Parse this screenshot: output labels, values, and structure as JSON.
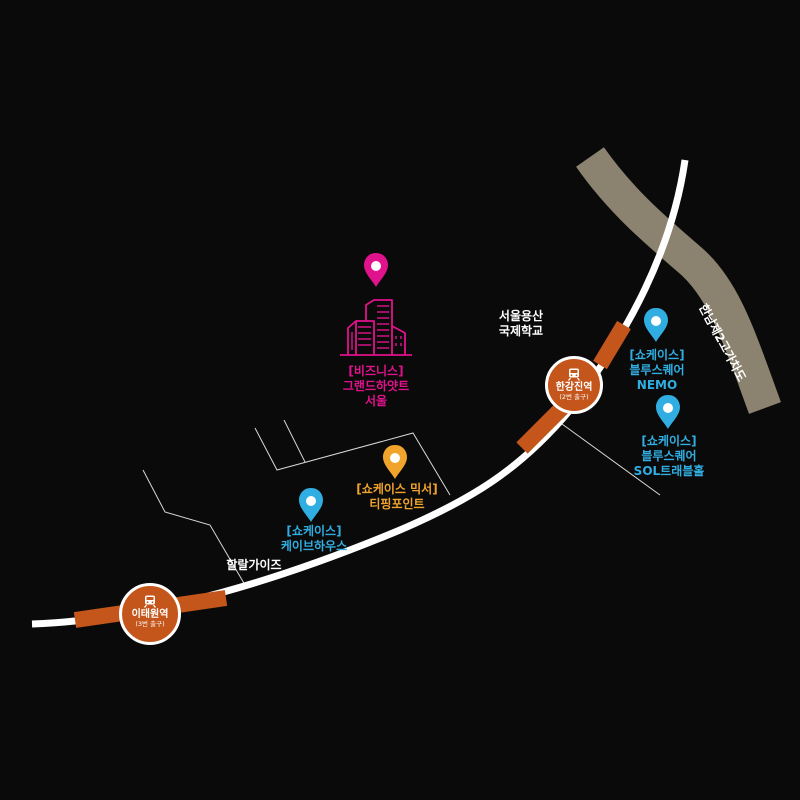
{
  "colors": {
    "background": "#0b0a0a",
    "subway_line": "#c4561b",
    "road": "#ffffff",
    "elevated_road": "#8b8370",
    "business": "#e0128c",
    "showcase": "#30aee2",
    "showcase_mixer": "#f1a42c"
  },
  "roads": {
    "elevated_road_label": "한남제2고가차도"
  },
  "stations": [
    {
      "name": "한강진역",
      "exit": "(2번 출구)",
      "icon": "train-icon"
    },
    {
      "name": "이태원역",
      "exit": "(3번 출구)",
      "icon": "train-icon"
    }
  ],
  "places": {
    "grand_hyatt": {
      "category": "[비즈니스]",
      "line1": "그랜드하얏트",
      "line2": "서울",
      "icon": "building-icon"
    },
    "blue_square_nemo": {
      "category": "[쇼케이스]",
      "line1": "블루스퀘어",
      "line2": "NEMO"
    },
    "blue_square_sol": {
      "category": "[쇼케이스]",
      "line1": "블루스퀘어",
      "line2": "SOL트래블홀"
    },
    "tipping_point": {
      "category": "[쇼케이스 믹서]",
      "line1": "티핑포인트"
    },
    "cave_house": {
      "category": "[쇼케이스]",
      "line1": "케이브하우스"
    }
  },
  "landmarks": {
    "school": {
      "line1": "서울용산",
      "line2": "국제학교"
    },
    "halal_guys": {
      "line1": "할랄가이즈"
    }
  }
}
